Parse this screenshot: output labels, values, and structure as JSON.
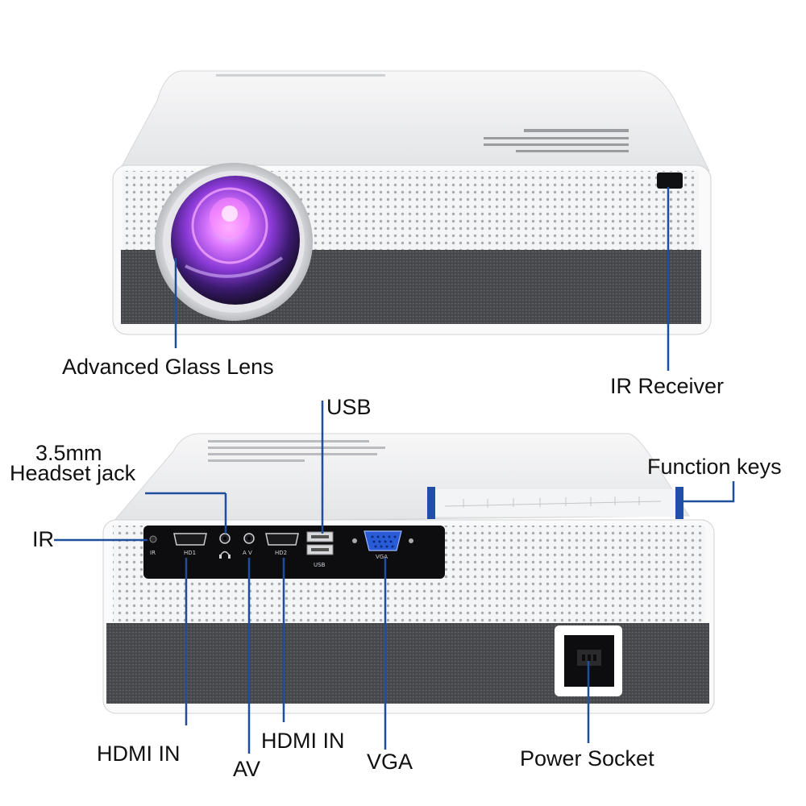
{
  "labels": {
    "lens": "Advanced Glass Lens",
    "ir_receiver": "IR Receiver",
    "usb": "USB",
    "headset_line1": "3.5mm",
    "headset_line2": "Headset jack",
    "ir": "IR",
    "function_keys": "Function keys",
    "hdmi_in_1": "HDMI IN",
    "av": "AV",
    "hdmi_in_2": "HDMI IN",
    "vga": "VGA",
    "power_socket": "Power Socket"
  },
  "port_labels": {
    "ir": "IR",
    "hd1": "HD1",
    "av": "A V",
    "hd2": "HD2",
    "usb": "USB",
    "vga": "VGA"
  },
  "colors": {
    "callout_line": "#1f4e9c",
    "function_keys_frame": "#1f4fa8",
    "vga_port": "#2a5bd7",
    "fabric": "#4a4b4e",
    "port_panel": "#0d0d0f",
    "lens_glow": "#c45cff"
  }
}
